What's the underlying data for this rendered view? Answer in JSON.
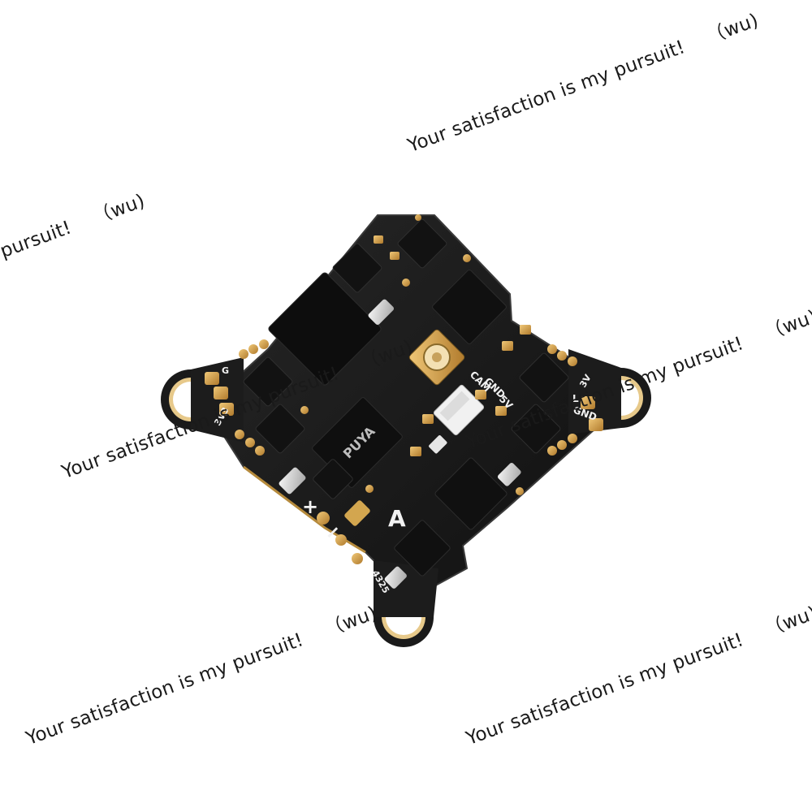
{
  "board": {
    "silkscreen": {
      "cam": "CAM",
      "gnd_top": "GND",
      "v5": "5V",
      "gnd_right": "GND",
      "letter_l": "L",
      "v3_right": "3V",
      "v3_left": "3V3",
      "g_left": "G",
      "plus": "+",
      "minus": "−",
      "letter_a": "A",
      "num_bottom": "4325"
    },
    "chip_label": "PUYA"
  },
  "watermarks": [
    {
      "main": "Your satisfaction is my pursuit!",
      "tail": "（wu)"
    },
    {
      "main": "pursuit!",
      "tail": "（wu)"
    },
    {
      "main": "Your satisfaction is my pursuit!",
      "tail": "（wu)"
    },
    {
      "main": "Your satisfaction is my pursuit!",
      "tail": "（wu)"
    },
    {
      "main": "Your satisfaction is my pursuit!",
      "tail": "（wu)"
    },
    {
      "main": "Your satisfaction is my pursuit!",
      "tail": "（wu)"
    }
  ]
}
